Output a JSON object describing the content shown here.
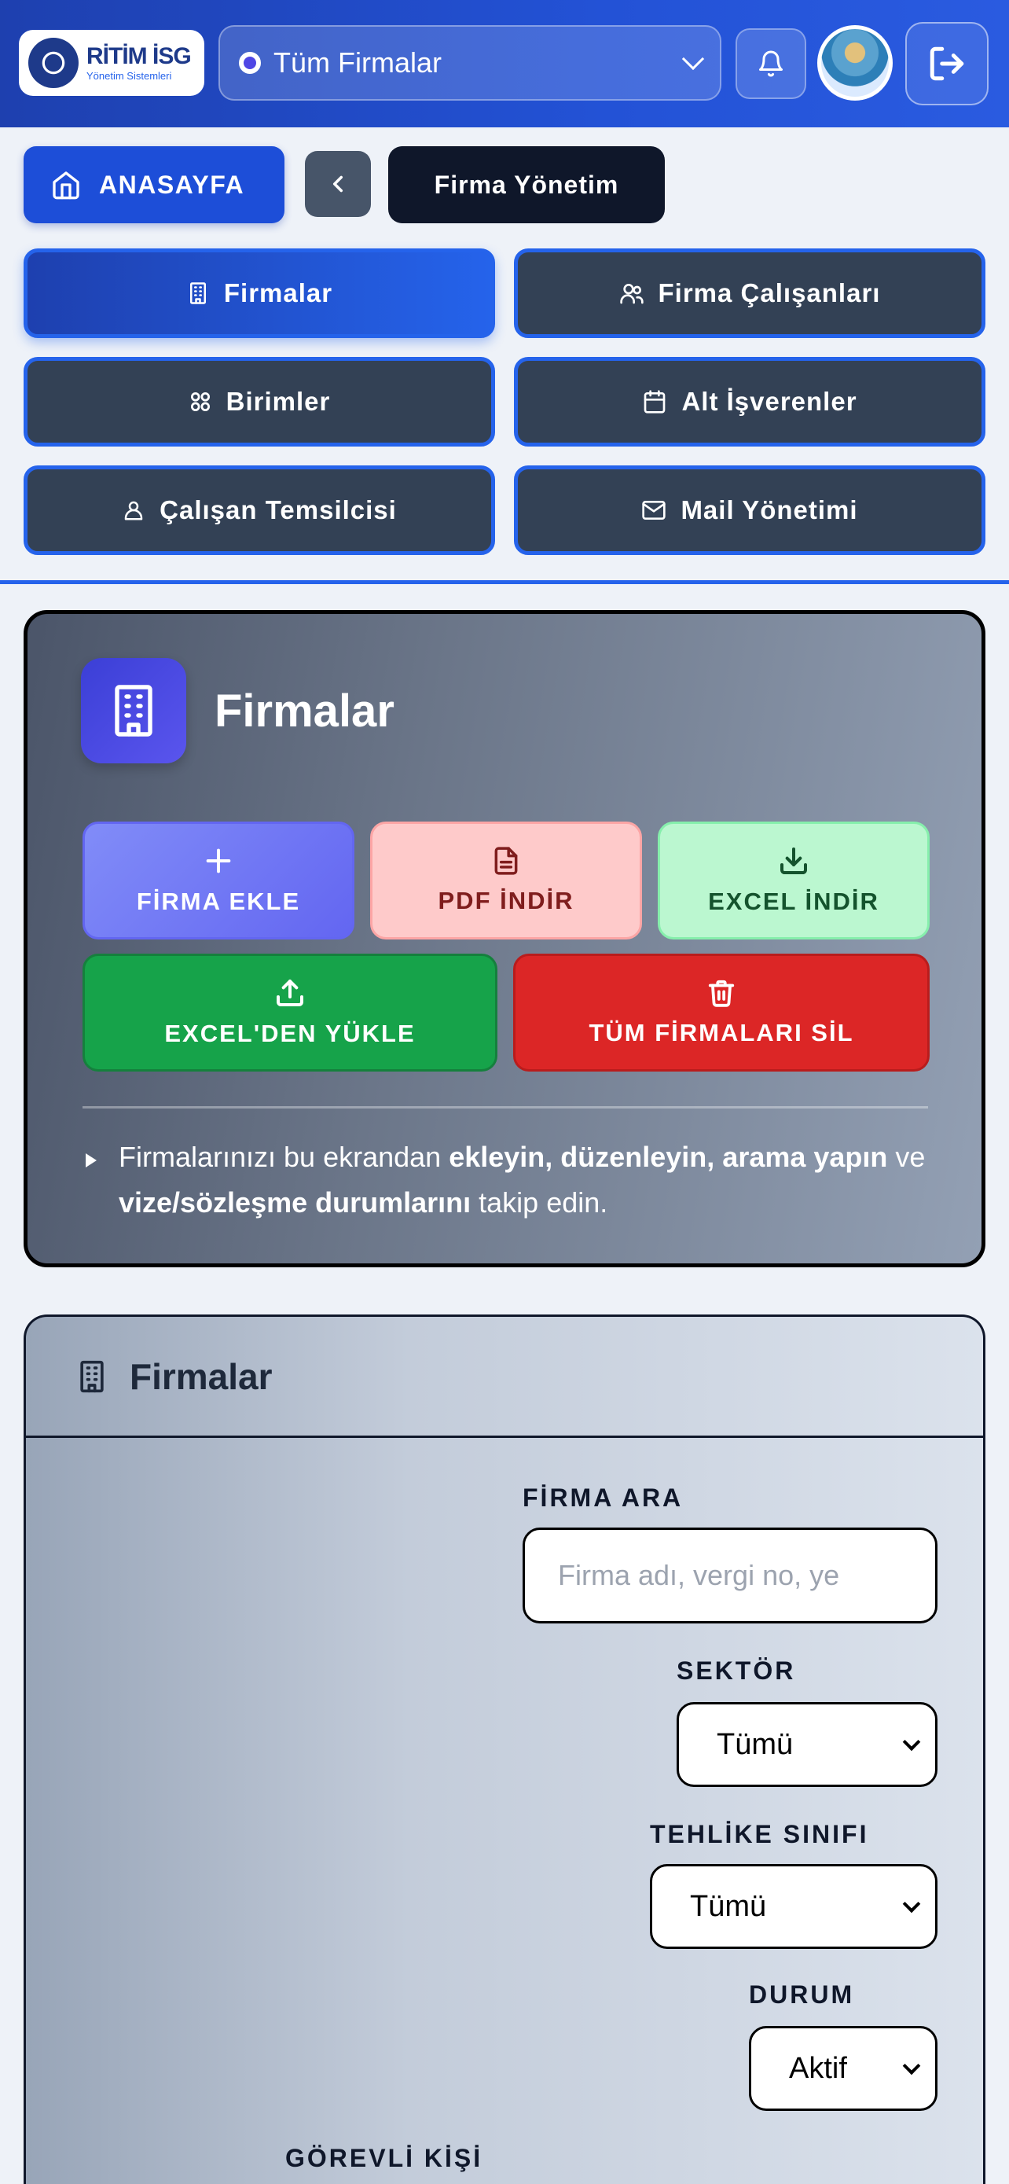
{
  "header": {
    "logo_title": "RİTİM İSG",
    "logo_subtitle": "Yönetim Sistemleri",
    "firm_select_label": "Tüm Firmalar"
  },
  "breadcrumb": {
    "home_label": "ANASAYFA",
    "current_label": "Firma Yönetim"
  },
  "nav": {
    "firmalar": "Firmalar",
    "calisanlar": "Firma Çalışanları",
    "birimler": "Birimler",
    "alt_isverenler": "Alt İşverenler",
    "temsilci": "Çalışan Temsilcisi",
    "mail": "Mail Yönetimi"
  },
  "hero": {
    "title": "Firmalar",
    "actions": {
      "add": "FİRMA EKLE",
      "pdf": "PDF İNDİR",
      "excel_download": "EXCEL İNDİR",
      "excel_upload": "EXCEL'DEN YÜKLE",
      "delete_all": "TÜM FİRMALARI SİL"
    },
    "info": {
      "p1": "Firmalarınızı bu ekrandan ",
      "b1": "ekleyin, düzenleyin, arama yapın",
      "p2": " ve ",
      "b2": "vize/sözleşme durumlarını",
      "p3": " takip edin."
    }
  },
  "list": {
    "title": "Firmalar",
    "filters": {
      "search_label": "FİRMA ARA",
      "search_placeholder": "Firma adı, vergi no, ye",
      "sector_label": "SEKTÖR",
      "sector_value": "Tümü",
      "danger_label": "TEHLİKE SINIFI",
      "danger_value": "Tümü",
      "status_label": "DURUM",
      "status_value": "Aktif",
      "assignee_label": "GÖREVLİ KİŞİ"
    }
  },
  "colors": {
    "topbar": "#1e40af",
    "primary": "#2563eb",
    "nav_bg": "#334155",
    "add": "#6366f1",
    "pdf": "#fecaca",
    "excel_download": "#bbf7d0",
    "excel_upload": "#16a34a",
    "delete": "#dc2626"
  }
}
